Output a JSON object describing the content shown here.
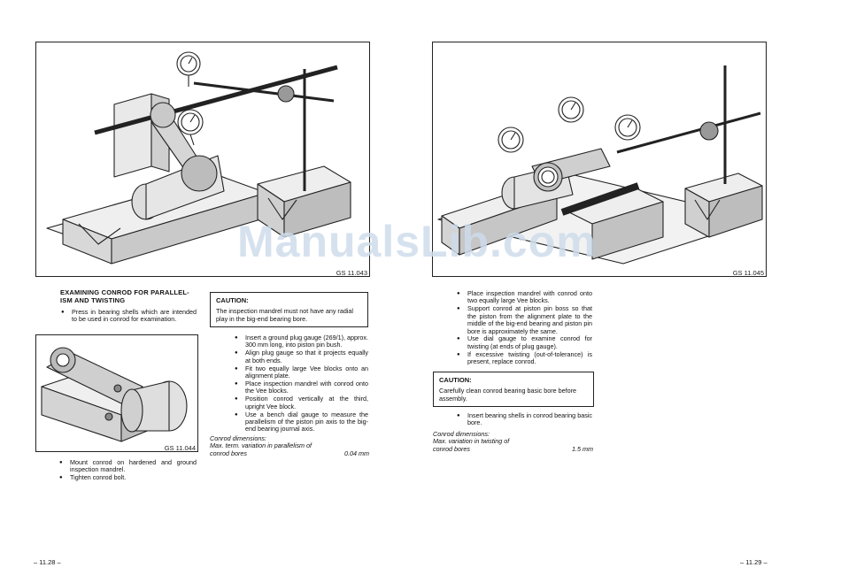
{
  "figures": {
    "fig1_label": "GS 11.043",
    "fig2_label": "GS 11.044",
    "fig3_label": "GS 11.045"
  },
  "left": {
    "heading_line1": "EXAMINING CONROD FOR PARALLEL-",
    "heading_line2": "ISM AND TWISTING",
    "bullets_top": [
      "Press in bearing shells which are intended to be used in conrod for examination."
    ],
    "bullets_bottom": [
      "Mount conrod on hardened and ground inspection mandrel.",
      "Tighten conrod bolt."
    ]
  },
  "middle": {
    "caution_title": "CAUTION:",
    "caution_text": "The inspection mandrel must not have any radial play in the big-end bearing bore.",
    "bullets": [
      "Insert a ground plug gauge (269/1), approx. 300 mm long, into piston pin bush.",
      "Align plug gauge so that it projects equally at both ends.",
      "Fit two equally large Vee blocks onto an alignment plate.",
      "Place inspection mandrel with conrod onto the Vee blocks.",
      "Position conrod vertically at the third, upright Vee block.",
      "Use a bench dial gauge to measure the parallelism of the piston pin axis to the big-end bearing journal axis."
    ],
    "spec_title": "Conrod dimensions:",
    "spec_line1": "Max. term. variation in parallelism of",
    "spec_line2": "conrod bores",
    "spec_value": "0.04 mm"
  },
  "right": {
    "bullets_top": [
      "Place inspection mandrel with conrod onto two equally large Vee blocks.",
      "Support conrod at piston pin boss so that the piston from the alignment plate to the middle of the big-end bearing and piston pin bore is approximately the same.",
      "Use dial gauge to examine conrod for twisting (at ends of plug gauge).",
      "If excessive twisting (out-of-tolerance) is present, replace conrod."
    ],
    "caution_title": "CAUTION:",
    "caution_text": "Carefully clean conrod bearing basic bore before assembly.",
    "bullets_bottom": [
      "Insert bearing shells in conrod bearing basic bore."
    ],
    "spec_title": "Conrod dimensions:",
    "spec_line1": "Max. variation in twisting of",
    "spec_line2": "conrod bores",
    "spec_value": "1.5 mm"
  },
  "page_numbers": {
    "left": "– 11.28 –",
    "right": "– 11.29 –"
  },
  "watermark": "ManualsLib.com"
}
